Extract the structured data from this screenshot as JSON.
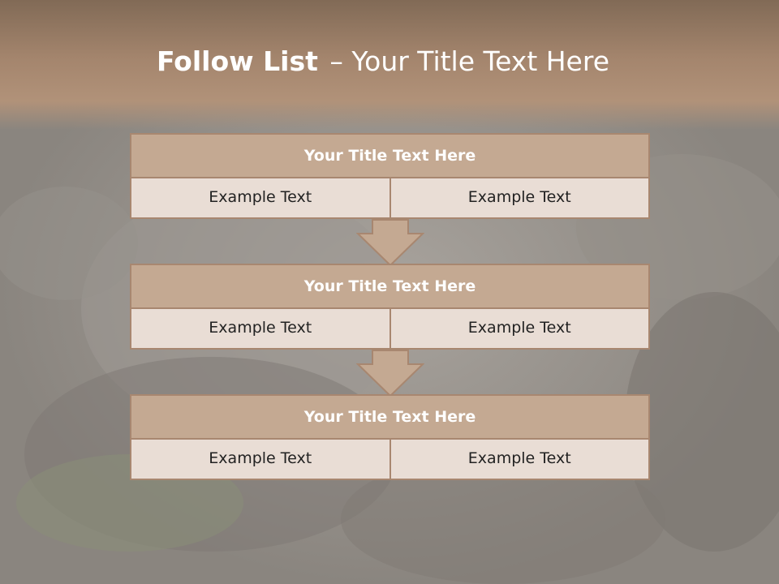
{
  "slide": {
    "title_bold": "Follow List",
    "title_rest": "– Your Title Text Here"
  },
  "blocks": [
    {
      "title": "Your Title Text Here",
      "left": "Example Text",
      "right": "Example Text"
    },
    {
      "title": "Your Title Text Here",
      "left": "Example Text",
      "right": "Example Text"
    },
    {
      "title": "Your Title Text Here",
      "left": "Example Text",
      "right": "Example Text"
    }
  ],
  "colors": {
    "header_band": "#a4856d",
    "box_title_fill": "#c4a992",
    "box_cell_fill": "#e9ddd5",
    "box_border": "#a88770",
    "arrow_fill": "#c4a992"
  }
}
